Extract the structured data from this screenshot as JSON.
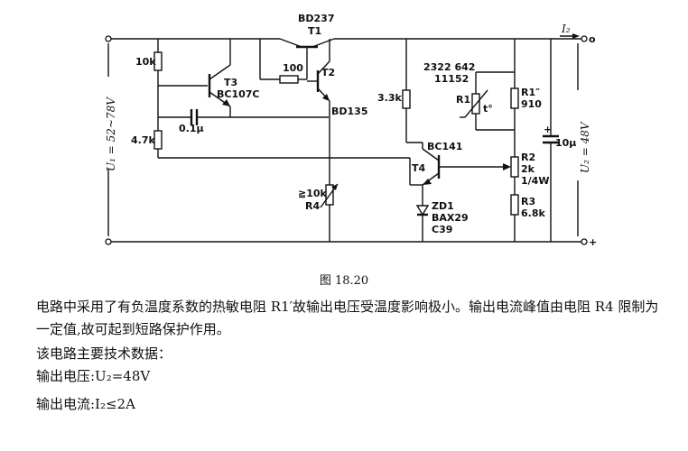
{
  "figure": {
    "caption": "图 18.20"
  },
  "components": {
    "t1_part": "BD237",
    "t1_ref": "T1",
    "t2_ref": "T2",
    "t2_part": "BD135",
    "t3_ref": "T3",
    "t3_part": "BC107C",
    "t4_ref": "T4",
    "t4_part": "BC141",
    "res_10k": "10k",
    "res_100": "100",
    "res_4k7": "4.7k",
    "cap_01": "0.1μ",
    "res_3k3": "3.3k",
    "r4_value": "≧10k",
    "r4_ref": "R4",
    "r1_part_line1": "2322 642",
    "r1_part_line2": "11152",
    "r1_ref": "R1",
    "r1_t": "t°",
    "r1p_ref": "R1″",
    "r1p_value": "910",
    "r2_ref": "R2",
    "r2_value": "2k",
    "r2_power": "1/4W",
    "r3_ref": "R3",
    "r3_value": "6.8k",
    "zd1_ref": "ZD1",
    "zd1_part_line1": "BAX29",
    "zd1_part_line2": "C39",
    "cap_10u": "10μ"
  },
  "terminals": {
    "input_label": "U₁ = 52~78V",
    "output_label": "U₂ = 48V",
    "output_current": "I₂",
    "out_top_sign": "o",
    "out_bottom_sign": "+"
  },
  "text": {
    "para1": "电路中采用了有负温度系数的热敏电阻 R1′故输出电压受温度影响极小。输出电流峰值由电阻 R4 限制为一定值,故可起到短路保护作用。",
    "para2": "该电路主要技术数据：",
    "spec_voltage": "输出电压:U₂=48V",
    "spec_current": "输出电流:I₂≤2A"
  }
}
